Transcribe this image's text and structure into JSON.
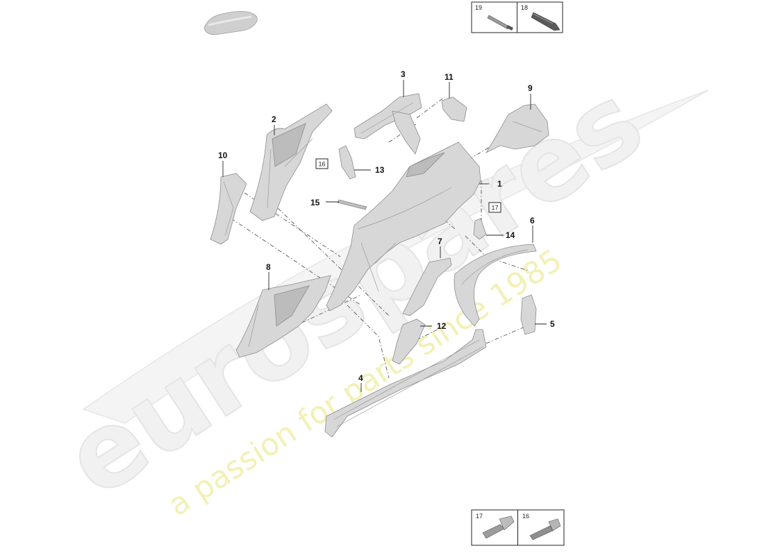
{
  "watermark": {
    "brand": "eurospares",
    "tagline": "a passion for parts since 1985"
  },
  "callouts": [
    {
      "id": "c1",
      "label": "1"
    },
    {
      "id": "c2",
      "label": "2"
    },
    {
      "id": "c3",
      "label": "3"
    },
    {
      "id": "c4",
      "label": "4"
    },
    {
      "id": "c5",
      "label": "5"
    },
    {
      "id": "c6",
      "label": "6"
    },
    {
      "id": "c7",
      "label": "7"
    },
    {
      "id": "c8",
      "label": "8"
    },
    {
      "id": "c9",
      "label": "9"
    },
    {
      "id": "c10",
      "label": "10"
    },
    {
      "id": "c11",
      "label": "11"
    },
    {
      "id": "c12",
      "label": "12"
    },
    {
      "id": "c13",
      "label": "13"
    },
    {
      "id": "c14",
      "label": "14"
    },
    {
      "id": "c15",
      "label": "15"
    }
  ],
  "boxed_refs": [
    {
      "id": "b16",
      "label": "16"
    },
    {
      "id": "b17",
      "label": "17"
    }
  ],
  "legend_top": [
    {
      "label": "19",
      "icon": "probe-tool-icon"
    },
    {
      "label": "18",
      "icon": "sealant-tube-icon"
    }
  ],
  "legend_bottom": [
    {
      "label": "17",
      "icon": "rivet-nut-icon"
    },
    {
      "label": "16",
      "icon": "bolt-icon"
    }
  ]
}
